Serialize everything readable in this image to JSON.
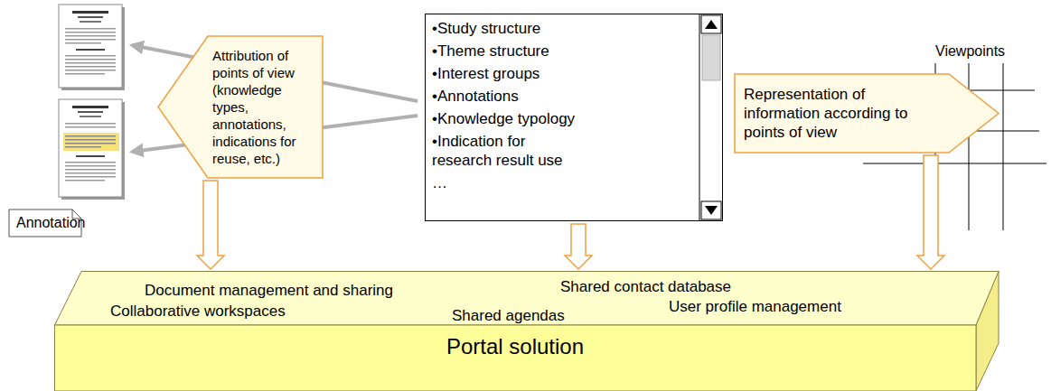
{
  "diagram": {
    "nodes": [
      {
        "text": [
          "Annotation"
        ]
      },
      {
        "text": [
          "Attribution of points of view (knowledge types, annotations, indications for reuse, etc.)"
        ]
      },
      {
        "text": [
          "•Study structure",
          "•Theme structure",
          "•Interest groups",
          "•Annotations",
          "•Knowledge typology",
          "•Indication for research result use",
          "…"
        ]
      },
      {
        "text": [
          "Representation of information according to points of view"
        ]
      },
      {
        "text": [
          "Portal solution",
          "Document management and sharing",
          "Shared contact database",
          "Collaborative workspaces",
          "Shared agendas",
          "User profile management"
        ]
      }
    ],
    "edges": [
      {
        "from": 1,
        "to": 4,
        "arrow": "to"
      },
      {
        "from": 2,
        "to": 4,
        "arrow": "to"
      },
      {
        "from": 3,
        "to": 4,
        "arrow": "to"
      }
    ],
    "labels": [
      "Viewpoints"
    ]
  }
}
